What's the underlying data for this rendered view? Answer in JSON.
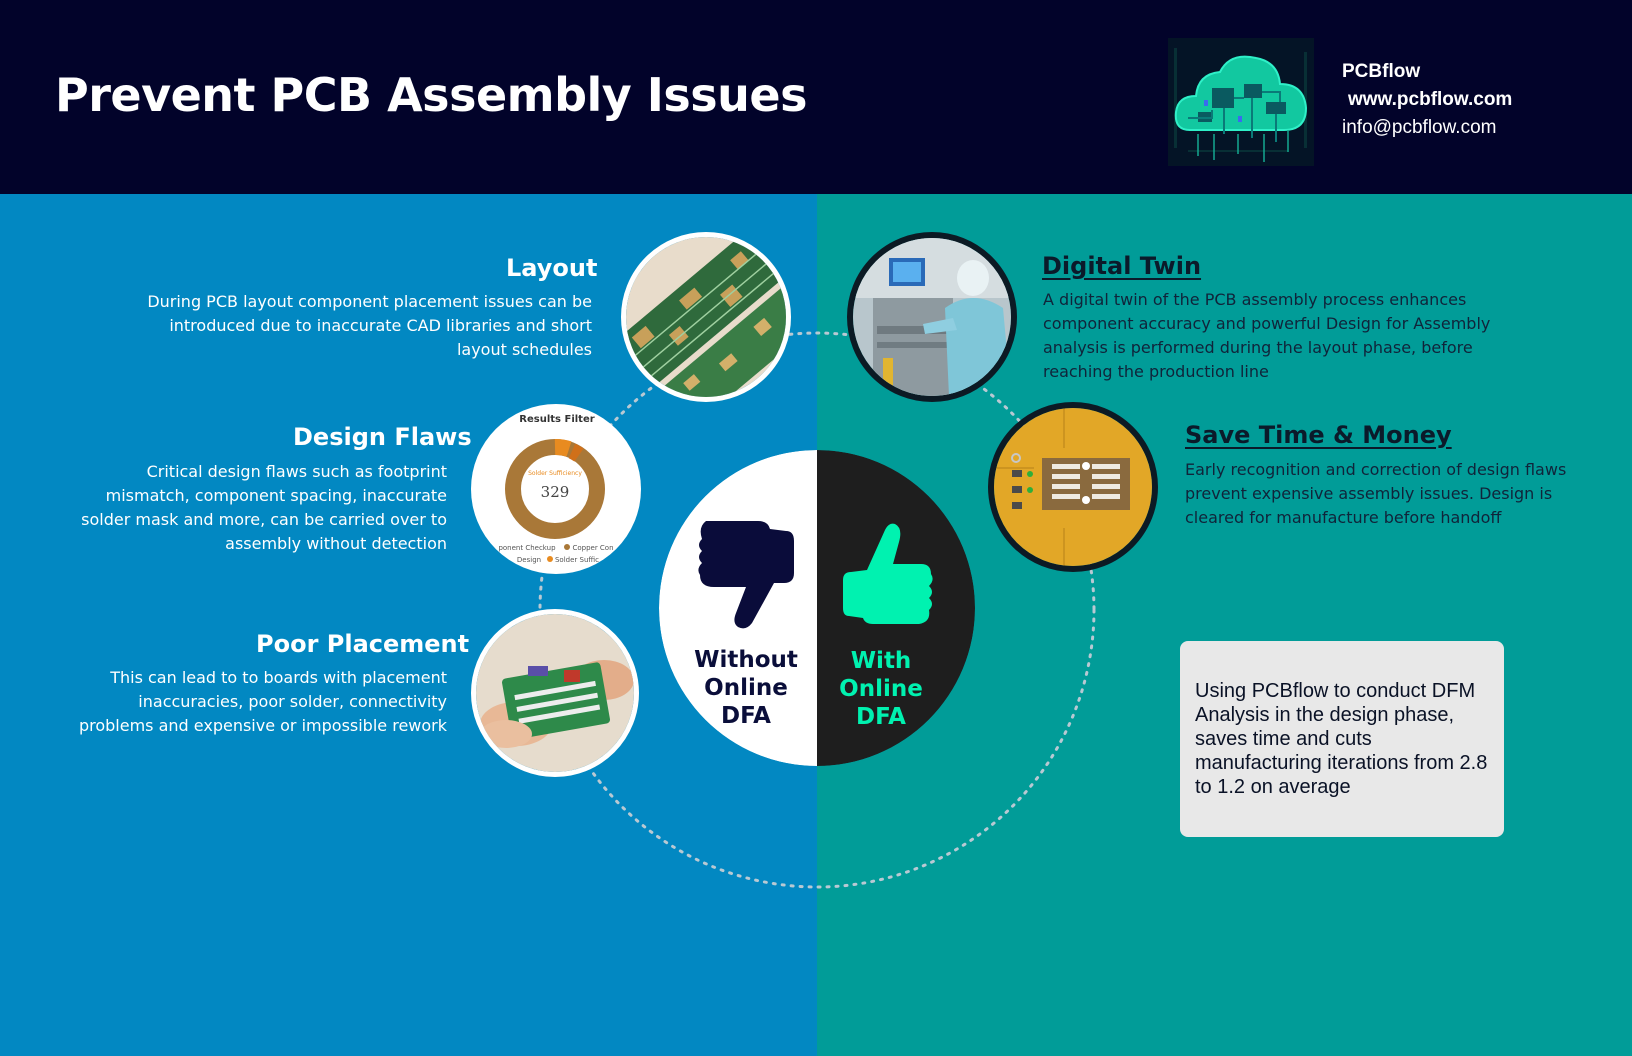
{
  "header": {
    "title": "Prevent PCB Assembly Issues",
    "brand": "PCBflow",
    "website": "www.pcbflow.com",
    "email": "info@pcbflow.com"
  },
  "left": {
    "items": [
      {
        "heading": "Layout",
        "text": "During PCB layout component placement issues can be introduced due to inaccurate CAD libraries and short layout schedules"
      },
      {
        "heading": "Design Flaws",
        "text": "Critical design flaws such as footprint mismatch, component spacing, inaccurate solder mask and more, can be carried  over to assembly without detection"
      },
      {
        "heading": "Poor Placement",
        "text": "This can lead to to boards with  placement inaccuracies, poor solder, connectivity problems and expensive or impossible  rework"
      }
    ],
    "donut": {
      "title": "Results Filter",
      "center_label": "Solder Sufficiency",
      "value": "329",
      "legend": [
        "ponent Checkup",
        "Copper Con",
        "Design",
        "Solder Suffic"
      ]
    }
  },
  "right": {
    "items": [
      {
        "heading": "Digital Twin",
        "text": "A digital twin of the PCB assembly process enhances component accuracy and powerful Design for Assembly analysis is performed during the layout phase, before reaching the production line"
      },
      {
        "heading": "Save Time & Money",
        "text": "Early recognition and correction of design flaws prevent expensive assembly issues. Design is cleared for manufacture before handoff"
      }
    ],
    "callout": "Using PCBflow to conduct DFM Analysis in the design phase, saves time and cuts manufacturing iterations from 2.8 to 1.2 on average"
  },
  "center": {
    "without_label": "Without\nOnline\nDFA",
    "with_label": "With\nOnline\n DFA"
  },
  "colors": {
    "header_bg": "#02032a",
    "left_bg": "#0288c2",
    "right_bg": "#019c98",
    "accent_green": "#00f2b0",
    "dark_navy": "#0a0e3a"
  },
  "icons": [
    "thumbs-down-icon",
    "thumbs-up-icon",
    "cloud-circuit-logo"
  ]
}
